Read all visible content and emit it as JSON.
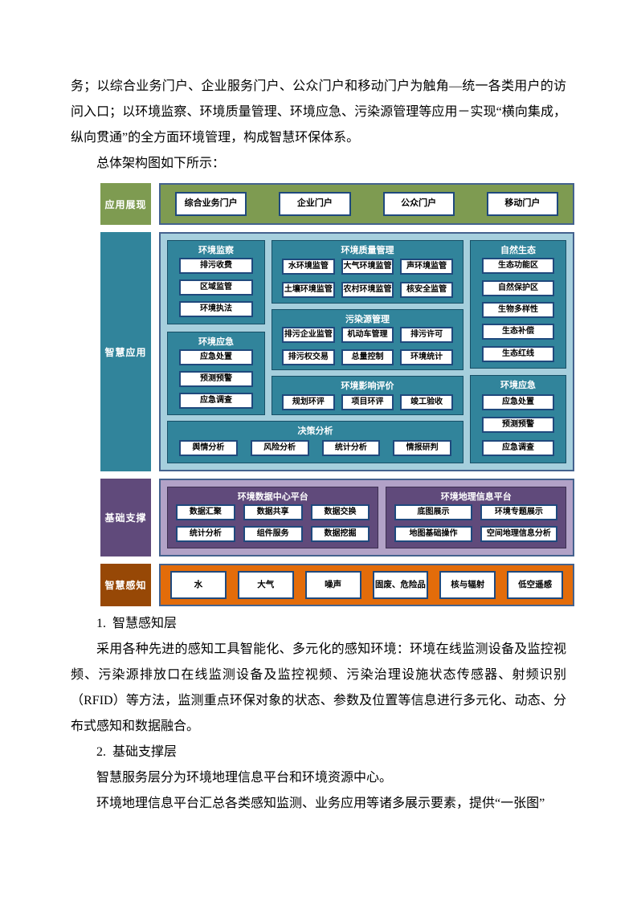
{
  "colors": {
    "green": "#7e9b51",
    "teal": "#31849b",
    "lightBlue": "#a6cfdd",
    "purpleDark": "#604a7b",
    "purpleLight": "#b2a2c7",
    "orange": "#e36c0a",
    "orangeDark": "#974806",
    "boxBorder": "#1f497d",
    "cborder": "#44628e"
  },
  "text": {
    "p1": "务；以综合业务门户、企业服务门户、公众门户和移动门户为触角—统一各类用户的访问入口；以环境监察、环境质量管理、环境应急、污染源管理等应用－实现“横向集成，纵向贯通”的全方面环境管理，构成智慧环保体系。",
    "p2": "总体架构图如下所示：",
    "p3": "1.  智慧感知层",
    "p4": "采用各种先进的感知工具智能化、多元化的感知环境：环境在线监测设备及监控视频、污染源排放口在线监测设备及监控视频、污染治理设施状态传感器、射频识别（RFID）等方法，监测重点环保对象的状态、参数及位置等信息进行多元化、动态、分布式感知和数据融合。",
    "p5": "2.  基础支撑层",
    "p6": "智慧服务层分为环境地理信息平台和环境资源中心。",
    "p7": "环境地理信息平台汇总各类感知监测、业务应用等诸多展示要素，提供“一张图”"
  },
  "diagram": {
    "app_display": {
      "label": "应用展现",
      "portals": [
        "综合业务门户",
        "企业门户",
        "公众门户",
        "移动门户"
      ]
    },
    "smart_app": {
      "label": "智慧应用",
      "left": [
        {
          "title": "环境监察",
          "cols": 1,
          "items": [
            "排污收费",
            "区域监管",
            "环境执法"
          ]
        },
        {
          "title": "环境应急",
          "cols": 1,
          "items": [
            "应急处置",
            "预测预警",
            "应急调查"
          ]
        }
      ],
      "mid": [
        {
          "title": "环境质量管理",
          "cols": 3,
          "items": [
            "水环境监管",
            "大气环境监管",
            "声环境监管",
            "土壤环境监管",
            "农村环境监管",
            "核安全监管"
          ]
        },
        {
          "title": "污染源管理",
          "cols": 3,
          "items": [
            "排污企业监管",
            "机动车管理",
            "排污许可",
            "排污权交易",
            "总量控制",
            "环境统计"
          ]
        },
        {
          "title": "环境影响评价",
          "cols": 3,
          "items": [
            "规划环评",
            "项目环评",
            "竣工验收"
          ]
        }
      ],
      "bottom": {
        "title": "决策分析",
        "cols": 4,
        "items": [
          "舆情分析",
          "风险分析",
          "统计分析",
          "情报研判"
        ]
      },
      "right": [
        {
          "title": "自然生态",
          "cols": 1,
          "items": [
            "生态功能区",
            "自然保护区",
            "生物多样性",
            "生态补偿",
            "生态红线"
          ]
        },
        {
          "title": "环境应急",
          "cols": 1,
          "items": [
            "应急处置",
            "预测预警",
            "应急调查"
          ]
        }
      ]
    },
    "basic_support": {
      "label": "基础支撑",
      "panels": [
        {
          "title": "环境数据中心平台",
          "cols": 3,
          "items": [
            "数据汇聚",
            "数据共享",
            "数据交换",
            "统计分析",
            "组件服务",
            "数据挖掘"
          ]
        },
        {
          "title": "环境地理信息平台",
          "cols": 2,
          "items": [
            "底图展示",
            "环境专题展示",
            "地图基础操作",
            "空间地理信息分析"
          ]
        }
      ]
    },
    "smart_perception": {
      "label": "智慧感知",
      "items": [
        "水",
        "大气",
        "噪声",
        "固废、危险品",
        "核与辐射",
        "低空遥感"
      ]
    }
  }
}
